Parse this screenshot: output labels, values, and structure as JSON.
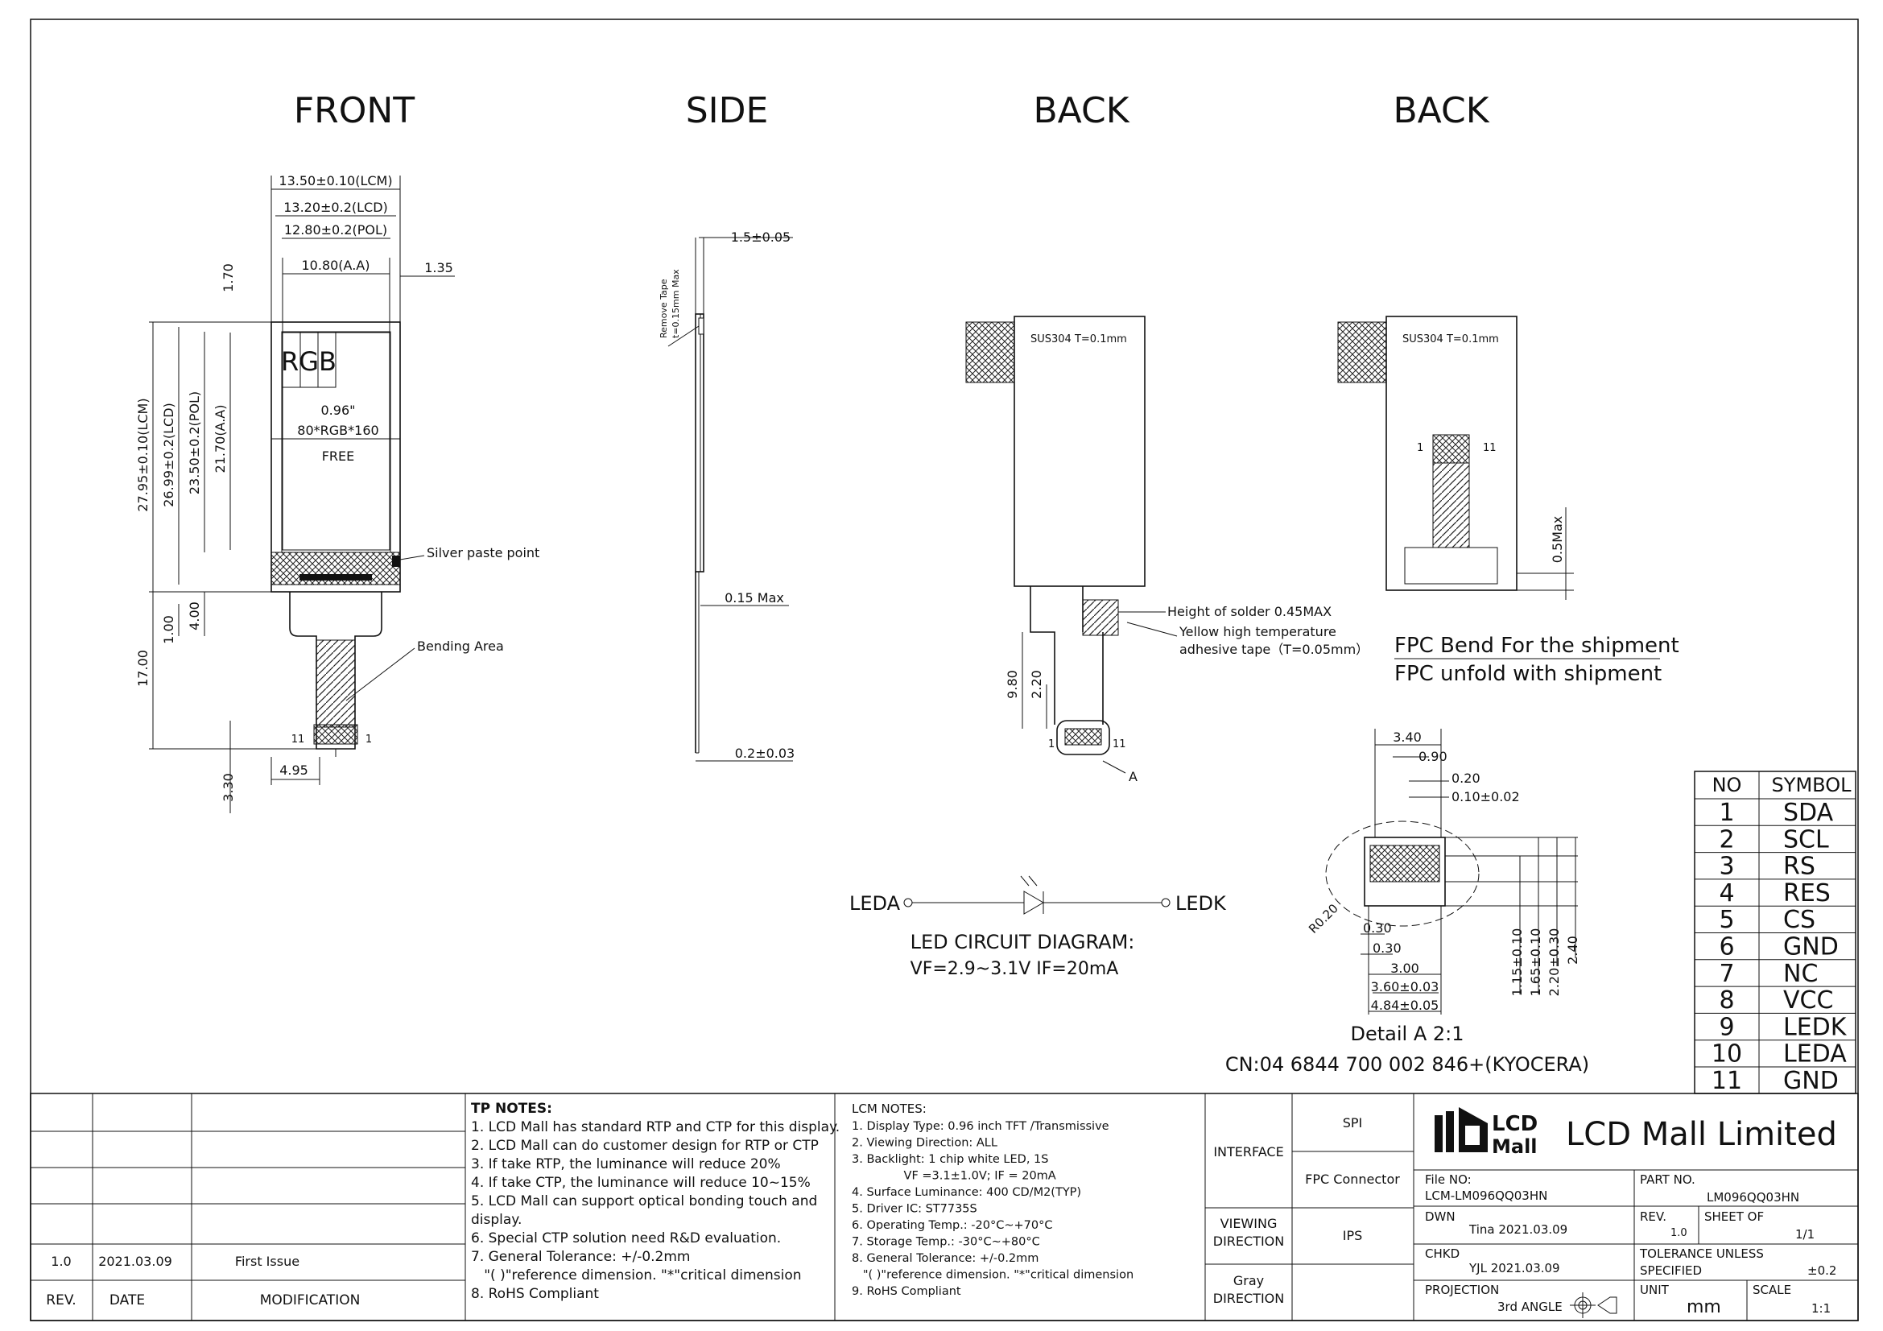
{
  "views": {
    "front": "FRONT",
    "side": "SIDE",
    "back1": "BACK",
    "back2": "BACK"
  },
  "front": {
    "dim_lcm_w": "13.50±0.10(LCM)",
    "dim_lcd_w": "13.20±0.2(LCD)",
    "dim_pol_w": "12.80±0.2(POL)",
    "dim_aa_w": "10.80(A.A)",
    "dim_top": "1.70",
    "dim_right": "1.35",
    "dim_lcm_h": "27.95±0.10(LCM)",
    "dim_lcd_h": "26.99±0.2(LCD)",
    "dim_pol_h": "23.50±0.2(POL)",
    "dim_aa_h": "21.70(A.A)",
    "rgb": "RGB",
    "size": "0.96\"",
    "res": "80*RGB*160",
    "free": "FREE",
    "silver": "Silver paste point",
    "bending": "Bending Area",
    "dim_400": "4.00",
    "dim_100": "1.00",
    "dim_1700": "17.00",
    "dim_330": "3.30",
    "dim_495": "4.95",
    "pin_11": "11",
    "pin_1": "1"
  },
  "side": {
    "d1": "1.5±0.05",
    "tape": "Remove Tape",
    "tape2": "t=0.15mm Max",
    "d2": "0.15 Max",
    "d3": "0.2±0.03"
  },
  "back": {
    "sus1": "SUS304 T=0.1mm",
    "sus2": "SUS304 T=0.1mm",
    "solder": "Height of solder 0.45MAX",
    "tape1": "Yellow high temperature",
    "tape2": "adhesive tape（T=0.05mm）",
    "d980": "9.80",
    "d220": "2.20",
    "pin1": "1",
    "pin11": "11",
    "a": "A",
    "p1b": "1",
    "p11b": "11",
    "d05": "0.5Max",
    "fpc1": "FPC Bend For the shipment",
    "fpc2": "FPC unfold with shipment"
  },
  "detail": {
    "d340": "3.40",
    "d090": "0.90",
    "d020": "0.20",
    "d010": "0.10±0.02",
    "r020": "R0.20",
    "d030a": "0.30",
    "d030b": "0.30",
    "d300": "3.00",
    "d360": "3.60±0.03",
    "d484": "4.84±0.05",
    "v115": "1.15±0.10",
    "v165": "1.65±0.10",
    "v220": "2.20±0.30",
    "v240": "2.40",
    "title": "Detail  A   2:1",
    "cn": "CN:04 6844 700 002 846+(KYOCERA)"
  },
  "led": {
    "leda": "LEDA",
    "ledk": "LEDK",
    "title": "LED CIRCUIT DIAGRAM:",
    "spec": "VF=2.9~3.1V  IF=20mA"
  },
  "pins": {
    "h_no": "NO",
    "h_sym": "SYMBOL",
    "rows": [
      {
        "no": "1",
        "sym": "SDA"
      },
      {
        "no": "2",
        "sym": "SCL"
      },
      {
        "no": "3",
        "sym": "RS"
      },
      {
        "no": "4",
        "sym": "RES"
      },
      {
        "no": "5",
        "sym": "CS"
      },
      {
        "no": "6",
        "sym": "GND"
      },
      {
        "no": "7",
        "sym": "NC"
      },
      {
        "no": "8",
        "sym": "VCC"
      },
      {
        "no": "9",
        "sym": "LEDK"
      },
      {
        "no": "10",
        "sym": "LEDA"
      },
      {
        "no": "11",
        "sym": "GND"
      }
    ]
  },
  "rev": {
    "h_rev": "REV.",
    "h_date": "DATE",
    "h_mod": "MODIFICATION",
    "rev": "1.0",
    "date": "2021.03.09",
    "mod": "First Issue"
  },
  "tp_notes": {
    "title": "TP NOTES:",
    "lines": [
      "1. LCD Mall has standard RTP and CTP for this display.",
      "2. LCD Mall can do customer design for RTP or CTP",
      "3. If take RTP, the luminance will reduce 20%",
      "4. If take CTP, the luminance will reduce 10~15%",
      "5. LCD Mall can support optical bonding touch and",
      "display.",
      "6. Special CTP solution need R&D evaluation.",
      "7. General Tolerance: +/-0.2mm",
      "   \"( )\"reference dimension. \"*\"critical dimension",
      "8. RoHS Compliant"
    ]
  },
  "lcm_notes": {
    "title": "LCM NOTES:",
    "lines": [
      "1. Display Type: 0.96 inch TFT /Transmissive",
      "2. Viewing Direction: ALL",
      "3. Backlight: 1 chip white LED, 1S",
      "              VF =3.1±1.0V; IF = 20mA",
      "4. Surface Luminance: 400 CD/M2(TYP)",
      "5. Driver IC: ST7735S",
      "6. Operating Temp.: -20°C~+70°C",
      "7. Storage Temp.: -30°C~+80°C",
      "8. General Tolerance: +/-0.2mm",
      "   \"( )\"reference dimension. \"*\"critical dimension",
      "9. RoHS Compliant"
    ]
  },
  "spec_table": {
    "interface": "INTERFACE",
    "spi": "SPI",
    "fpc": "FPC Connector",
    "viewing1": "VIEWING",
    "viewing2": "DIRECTION",
    "ips": "IPS",
    "gray1": "Gray",
    "gray2": "DIRECTION"
  },
  "title_block": {
    "logo1": "LCD",
    "logo2": "Mall",
    "company": "LCD Mall Limited",
    "file_lbl": "File NO:",
    "file": "LCM-LM096QQ03HN",
    "part_lbl": "PART NO.",
    "part": "LM096QQ03HN",
    "dwn_lbl": "DWN",
    "dwn": "Tina 2021.03.09",
    "rev_lbl": "REV.",
    "rev": "1.0",
    "sheet_lbl": "SHEET OF",
    "sheet": "1/1",
    "chkd_lbl": "CHKD",
    "chkd": "YJL 2021.03.09",
    "tol_lbl1": "TOLERANCE UNLESS",
    "tol_lbl2": "SPECIFIED",
    "tol": "±0.2",
    "proj_lbl": "PROJECTION",
    "proj": "3rd ANGLE",
    "unit_lbl": "UNIT",
    "unit": "mm",
    "scale_lbl": "SCALE",
    "scale": "1:1"
  }
}
